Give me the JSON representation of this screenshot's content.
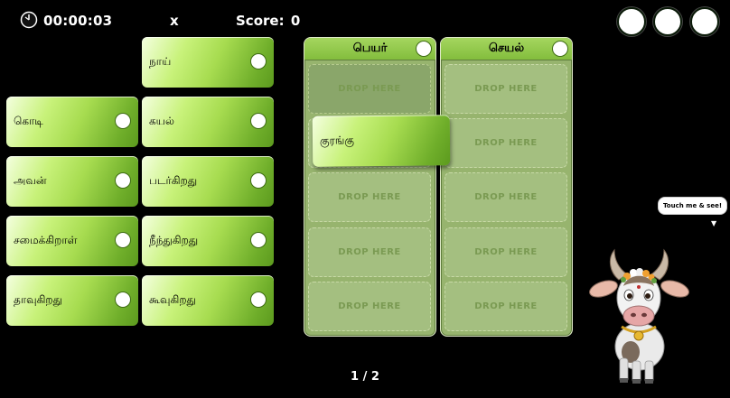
{
  "topbar": {
    "timer": "00:00:03",
    "close_label": "x",
    "score_label": "Score:",
    "score_value": "0"
  },
  "cards": [
    {
      "label": "நாய்"
    },
    {
      "label": "கொடி"
    },
    {
      "label": "கயல்"
    },
    {
      "label": "அவன்"
    },
    {
      "label": "படர்கிறது"
    },
    {
      "label": "சமைக்கிறாள்"
    },
    {
      "label": "நீந்துகிறது"
    },
    {
      "label": "தாவுகிறது"
    },
    {
      "label": "கூவுகிறது"
    }
  ],
  "columns": [
    {
      "title": "பெயர்",
      "slot_label": "DROP HERE"
    },
    {
      "title": "செயல்",
      "slot_label": "DROP HERE"
    }
  ],
  "dragging_card": {
    "label": "குரங்கு"
  },
  "pagination": "1 / 2",
  "mascot": {
    "bubble_text": "Touch me & see!",
    "arrow": "▼"
  },
  "colors": {
    "card_green": "#a7dc50",
    "column_bg": "#97b46e",
    "header_green": "#83bd3d"
  }
}
